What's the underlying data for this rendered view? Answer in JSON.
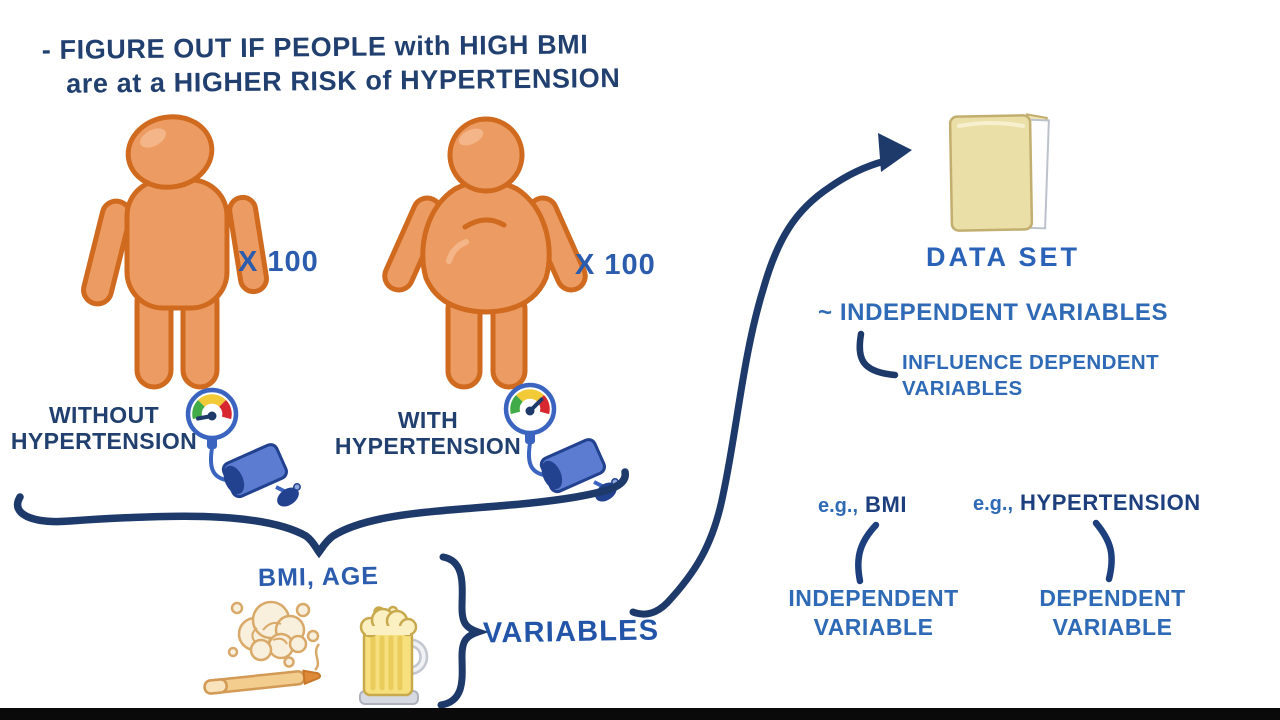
{
  "title": {
    "line1": "- FIGURE OUT IF PEOPLE with HIGH BMI",
    "line2": "are at a HIGHER RISK of HYPERTENSION"
  },
  "groups": {
    "without": {
      "multiplier": "X 100",
      "label_line1": "WITHOUT",
      "label_line2": "HYPERTENSION"
    },
    "with": {
      "multiplier": "X 100",
      "label_line1": "WITH",
      "label_line2": "HYPERTENSION"
    }
  },
  "variables_section": {
    "examples": "BMI, AGE",
    "brace_label": "VARIABLES"
  },
  "dataset": {
    "label": "DATA SET",
    "note": "~ INDEPENDENT VARIABLES",
    "subnote_line1": "INFLUENCE DEPENDENT",
    "subnote_line2": "VARIABLES"
  },
  "examples": {
    "independent": {
      "prefix": "e.g.,",
      "term": "BMI",
      "label_line1": "INDEPENDENT",
      "label_line2": "VARIABLE"
    },
    "dependent": {
      "prefix": "e.g.,",
      "term": "HYPERTENSION",
      "label_line1": "DEPENDENT",
      "label_line2": "VARIABLE"
    }
  },
  "icons": {
    "thin_person": "orange-person-silhouette",
    "overweight_person": "orange-person-with-belly-silhouette",
    "bp_monitor_normal": "blood-pressure-gauge-needle-on-green",
    "bp_monitor_high": "blood-pressure-gauge-needle-on-red",
    "cigarette_smoke": "lit-cigarette-with-smoke-cloud",
    "beer_mug": "beer-mug-with-foam",
    "folder": "tan-folder-with-paper",
    "group_brace": "wide-downward-curly-brace",
    "variables_brace": "right-curly-brace",
    "dataset_arrow": "curved-arrow-to-folder"
  },
  "colors": {
    "navy": "#21406F",
    "stroke_navy": "#1E3A6B",
    "medium_blue": "#2E6AB5",
    "strong_blue": "#2B5CAD",
    "variables_blue": "#2254A8",
    "dataset_blue": "#2A62B8",
    "term_navy": "#1D3F7E",
    "person_fill": "#EC9B62",
    "person_stroke": "#CF6A1F",
    "folder_fill": "#EBDFA8",
    "gauge_ring": "#3A64C0",
    "gauge_green": "#41AC47",
    "gauge_yellow": "#F2C937",
    "gauge_red": "#D7282F",
    "cuff_blue": "#5B7CD0",
    "cuff_dark": "#22418F",
    "beer_yellow": "#F6DF7D",
    "smoke_outline": "#D9A96A",
    "letterbox": "#0a0a0a"
  }
}
